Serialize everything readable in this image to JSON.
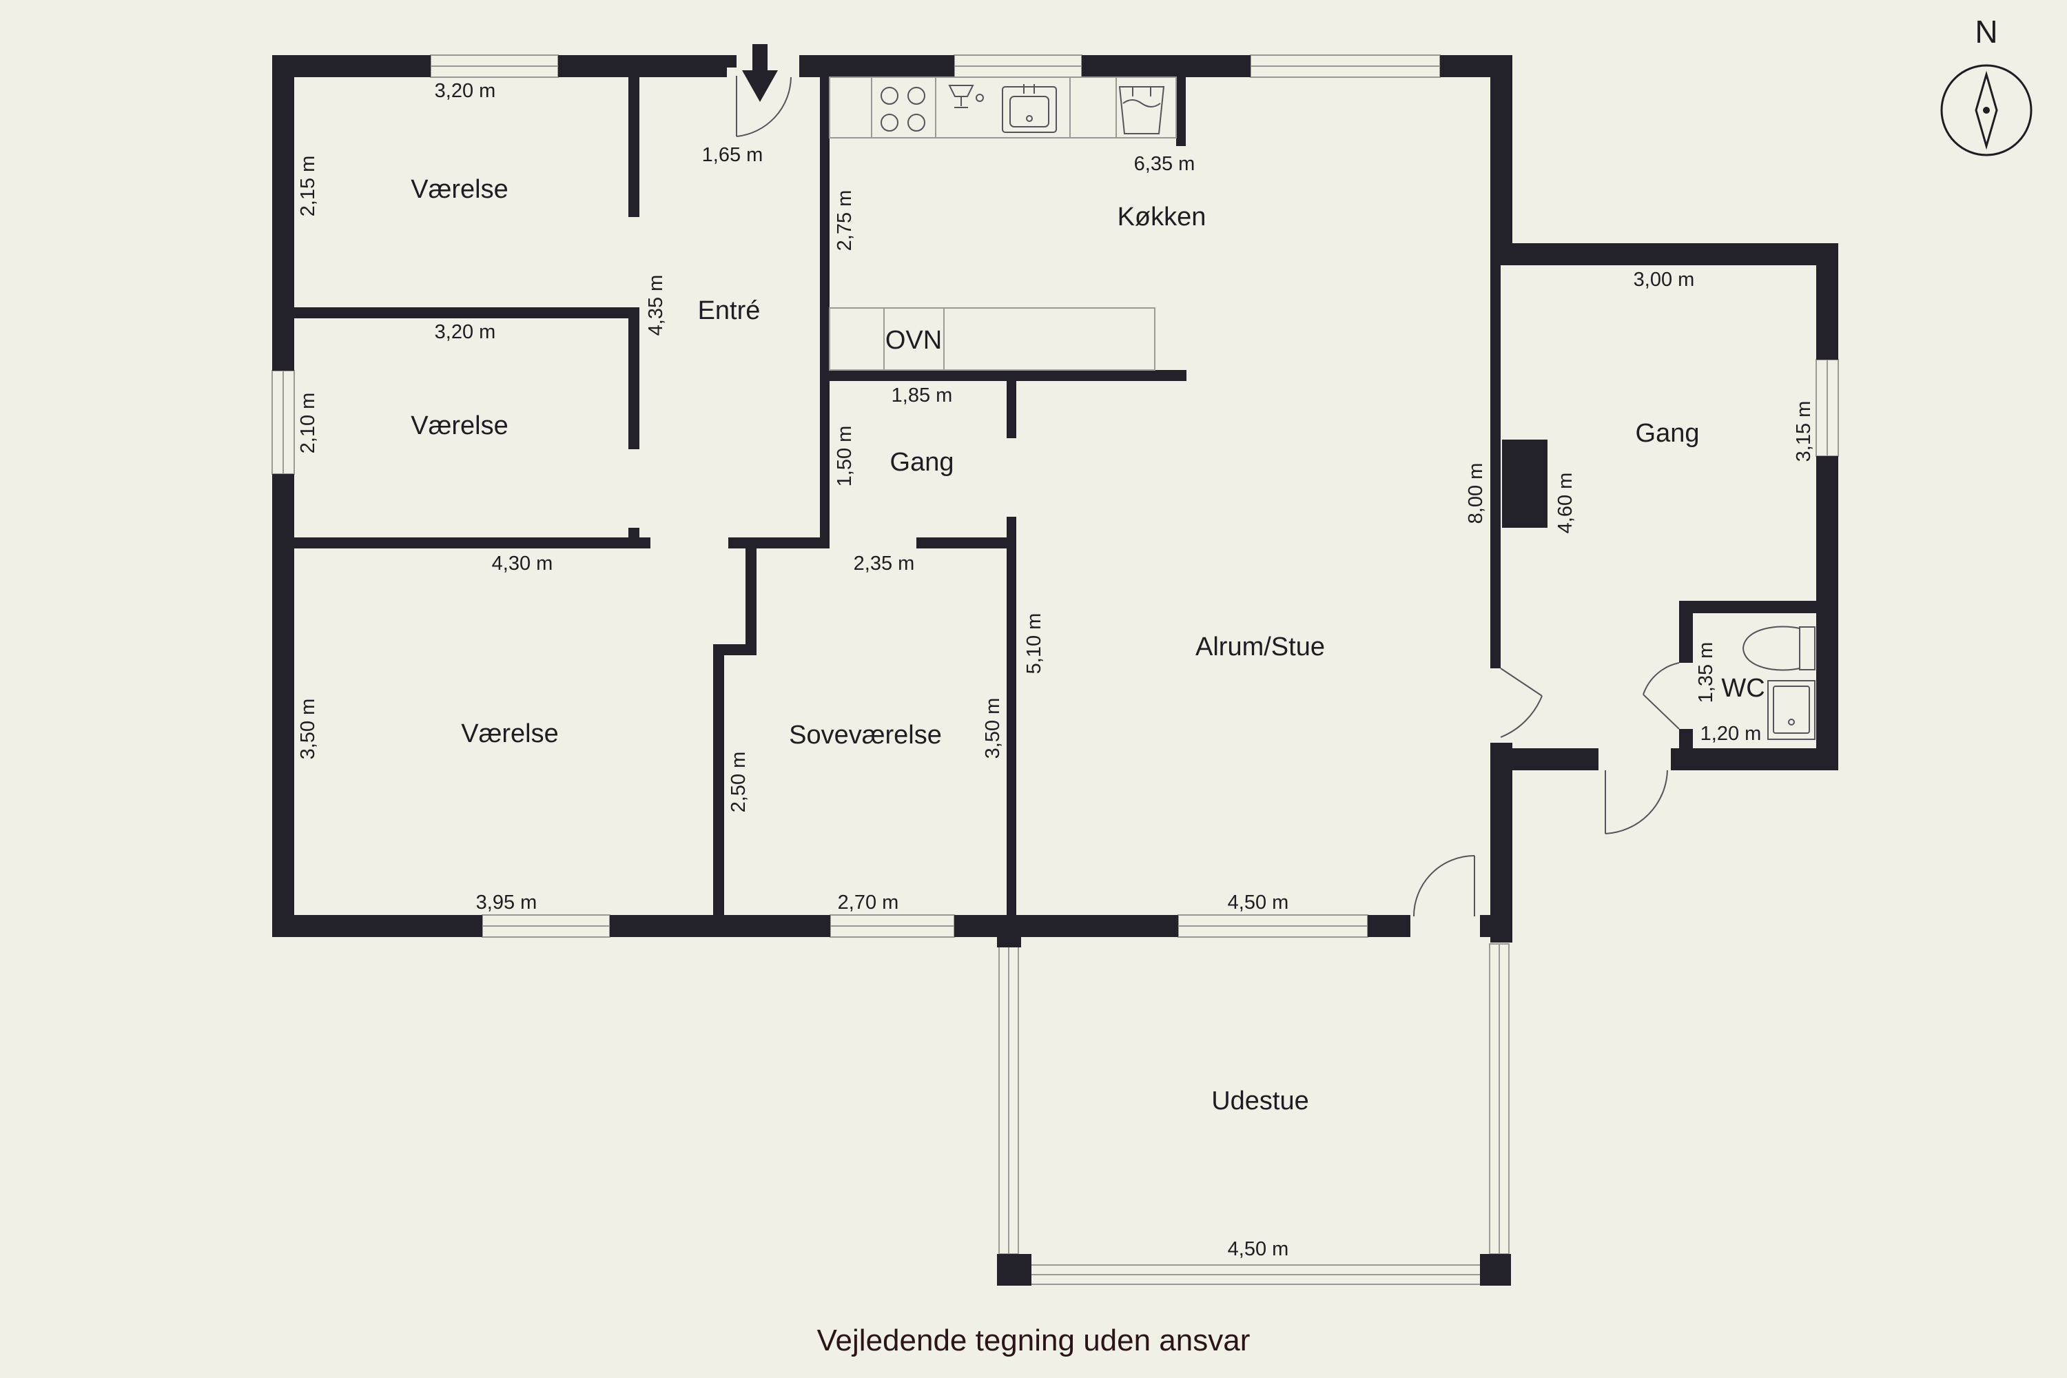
{
  "rooms": {
    "vaerelse_1": "Værelse",
    "vaerelse_2": "Værelse",
    "vaerelse_3": "Værelse",
    "entre": "Entré",
    "koekken": "Køkken",
    "ovn": "OVN",
    "gang_1": "Gang",
    "gang_2": "Gang",
    "soveværelse": "Soveværelse",
    "alrum": "Alrum/Stue",
    "wc": "WC",
    "udestue": "Udestue"
  },
  "dimensions": {
    "d01": "3,20 m",
    "d02": "2,15 m",
    "d03": "1,65 m",
    "d04": "6,35 m",
    "d05": "2,75 m",
    "d06": "4,35 m",
    "d07": "3,20 m",
    "d08": "2,10 m",
    "d09": "1,85 m",
    "d10": "1,50 m",
    "d11": "4,30 m",
    "d12": "2,35 m",
    "d13": "3,00 m",
    "d14": "3,15 m",
    "d15": "8,00 m",
    "d16": "4,60 m",
    "d17": "5,10 m",
    "d18": "3,50 m",
    "d19": "3,50 m",
    "d20": "2,50 m",
    "d21": "1,35 m",
    "d22": "1,20 m",
    "d23": "3,95 m",
    "d24": "2,70 m",
    "d25": "4,50 m",
    "d26": "4,50 m"
  },
  "compass": {
    "label": "N"
  },
  "footer": "Vejledende tegning uden ansvar",
  "colors": {
    "background": "#f1f0e7",
    "wall": "#23222a",
    "text": "#1e1d21"
  }
}
